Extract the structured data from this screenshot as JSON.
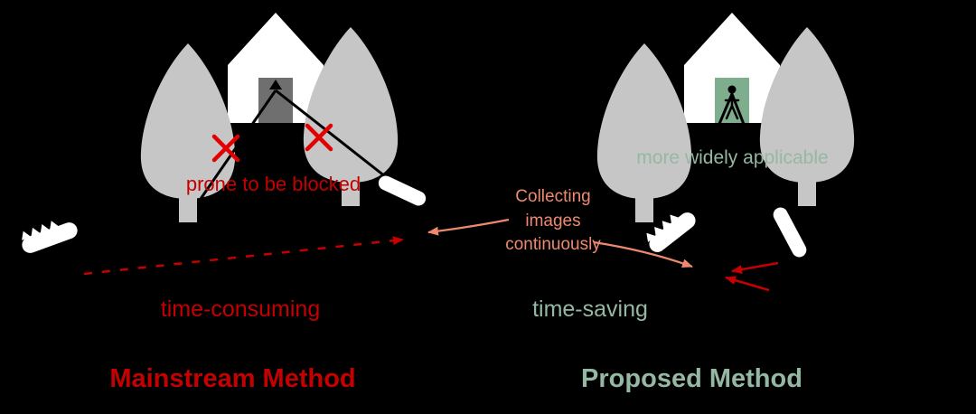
{
  "figure": {
    "left": {
      "blocked_label": "prone to be blocked",
      "time_label": "time-consuming",
      "title": "Mainstream Method"
    },
    "middle": {
      "collecting_label": "Collecting\nimages\ncontinuously"
    },
    "right": {
      "applicable_label": "more widely applicable",
      "time_label": "time-saving",
      "title": "Proposed Method"
    }
  },
  "colors": {
    "background": "#000000",
    "red": "#c40000",
    "bright_red": "#e30000",
    "salmon": "#ed8a6e",
    "green": "#95b8a3",
    "tree_gray": "#c6c6c6",
    "house_white": "#ffffff",
    "left_door": "#6f6f6f",
    "right_door": "#7fae8f"
  },
  "icons": {
    "tree": "tree-icon",
    "house": "house-icon",
    "door": "door-icon",
    "person": "person-icon",
    "scanner": "scanner-capsule-icon",
    "blocked_cross": "x-mark-icon",
    "trajectory": "arrow-icon"
  }
}
